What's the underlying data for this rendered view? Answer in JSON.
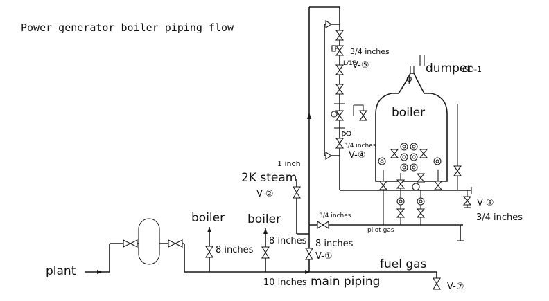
{
  "title": "Power generator boiler piping flow",
  "labels": {
    "plant": "plant",
    "main_piping_size": "10 inches",
    "main_piping": "main piping",
    "fuel_gas": "fuel gas",
    "boiler_branch_1": "boiler",
    "boiler_branch_2": "boiler",
    "branch1_size": "8 inches",
    "branch2_size": "8 inches",
    "riser_size": "8 inches",
    "steam": "2K steam",
    "steam_size": "1 inch",
    "pilot_line_size": "3/4 inches",
    "pilot_gas": "pilot gas",
    "right_size": "3/4 inches",
    "upper_size": "3/4 inches",
    "mid_size": "3/4 inches",
    "boiler": "boiler",
    "dumper": "dumper",
    "dumper_tag": "GD-1",
    "phi": "φ",
    "small_tag": "L/1B"
  },
  "valves": {
    "v1": "V-①",
    "v2": "V-②",
    "v3": "V-③",
    "v4": "V-④",
    "v5": "V-⑤",
    "v7": "V-⑦"
  }
}
